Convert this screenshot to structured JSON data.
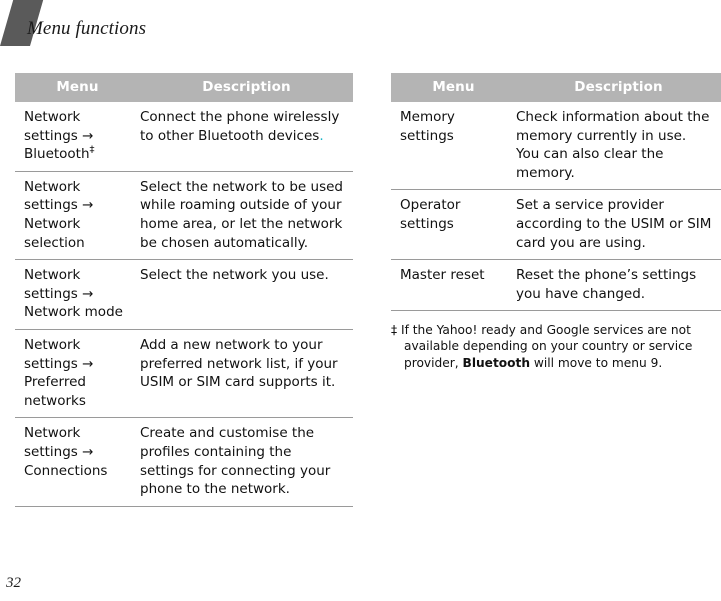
{
  "page": {
    "title": "Menu functions",
    "number": "32",
    "accent_bar_color": "#5a5a5a",
    "header_fill_color": "#b4b4b4",
    "rule_color": "#9a9a9a",
    "teal_accent_color": "#17b5c8"
  },
  "tables": [
    {
      "id": "left",
      "columns": [
        "Menu",
        "Description"
      ],
      "rows": [
        {
          "menu_prefix": "Network settings ",
          "menu_arrow": "→",
          "menu_suffix": " Bluetooth",
          "menu_footnote_mark": "‡",
          "menu": "Network settings → Bluetooth‡",
          "description_main": "Connect the phone wirelessly to other Bluetooth devices",
          "description_tail": ".",
          "description": "Connect the phone wirelessly to other Bluetooth devices."
        },
        {
          "menu": "Network settings → Network selection",
          "description": "Select the network to be used while roaming outside of your home area, or let the network be chosen automatically."
        },
        {
          "menu": "Network settings → Network mode",
          "description": "Select the network you use."
        },
        {
          "menu": "Network settings → Preferred networks",
          "description": "Add a new network to your preferred network list, if your USIM or SIM card supports it."
        },
        {
          "menu": "Network settings → Connections",
          "description": "Create and customise the profiles containing the settings for connecting your phone to the network."
        }
      ]
    },
    {
      "id": "right",
      "columns": [
        "Menu",
        "Description"
      ],
      "rows": [
        {
          "menu": "Memory settings",
          "description": "Check information about the memory currently in use. You can also clear the memory."
        },
        {
          "menu": "Operator settings",
          "description": "Set a service provider according to the USIM or SIM card you are using."
        },
        {
          "menu": "Master reset",
          "description": "Reset the phone’s settings you have changed."
        }
      ]
    }
  ],
  "footnote": {
    "mark": "‡",
    "text_before_bold": "If the Yahoo! ready and Google services are not available depending on your country or service provider, ",
    "bold_term": "Bluetooth",
    "text_after_bold": " will move to menu 9.",
    "full_text": "‡ If the Yahoo! ready and Google services are not available depending on your country or service provider, Bluetooth will move to menu 9."
  }
}
